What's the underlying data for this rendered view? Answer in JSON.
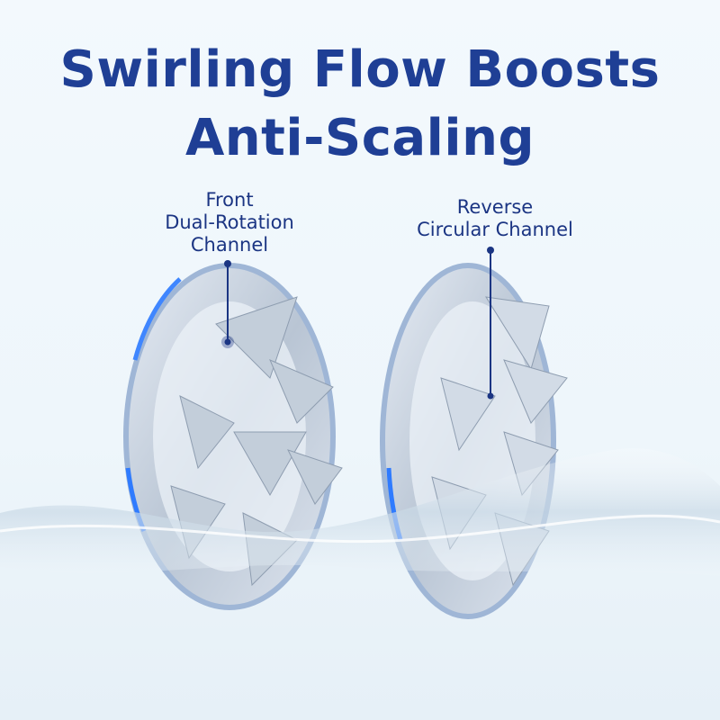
{
  "title": {
    "line1": "Swirling Flow Boosts",
    "line2": "Anti-Scaling"
  },
  "callouts": {
    "left": {
      "line1": "Front",
      "line2": "Dual-Rotation",
      "line3": "Channel"
    },
    "right": {
      "line1": "Reverse",
      "line2": "Circular Channel"
    }
  },
  "colors": {
    "title": "#1f3f95",
    "label": "#1b3583",
    "glow": "#2f7bff"
  }
}
